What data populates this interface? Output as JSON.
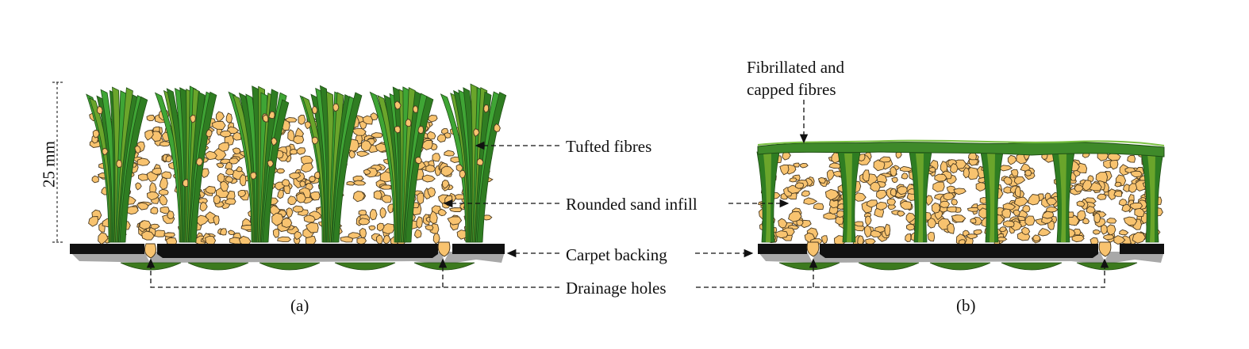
{
  "labels": {
    "tufted_fibres": "Tufted fibres",
    "rounded_sand_infill": "Rounded sand infill",
    "carpet_backing": "Carpet backing",
    "drainage_holes": "Drainage holes",
    "fibrillated_line1": "Fibrillated and",
    "fibrillated_line2": "capped fibres",
    "panel_a": "(a)",
    "panel_b": "(b)",
    "dimension": "25 mm"
  },
  "colors": {
    "fibre_dark": "#2f7d22",
    "fibre_light": "#6aa52b",
    "fibre_bright": "#3fa535",
    "sand_fill": "#f8c36f",
    "sand_stroke": "#4a3a20",
    "backing_black": "#111111",
    "backing_grey": "#a8a8a8",
    "ground_green": "#3c7a1e"
  }
}
